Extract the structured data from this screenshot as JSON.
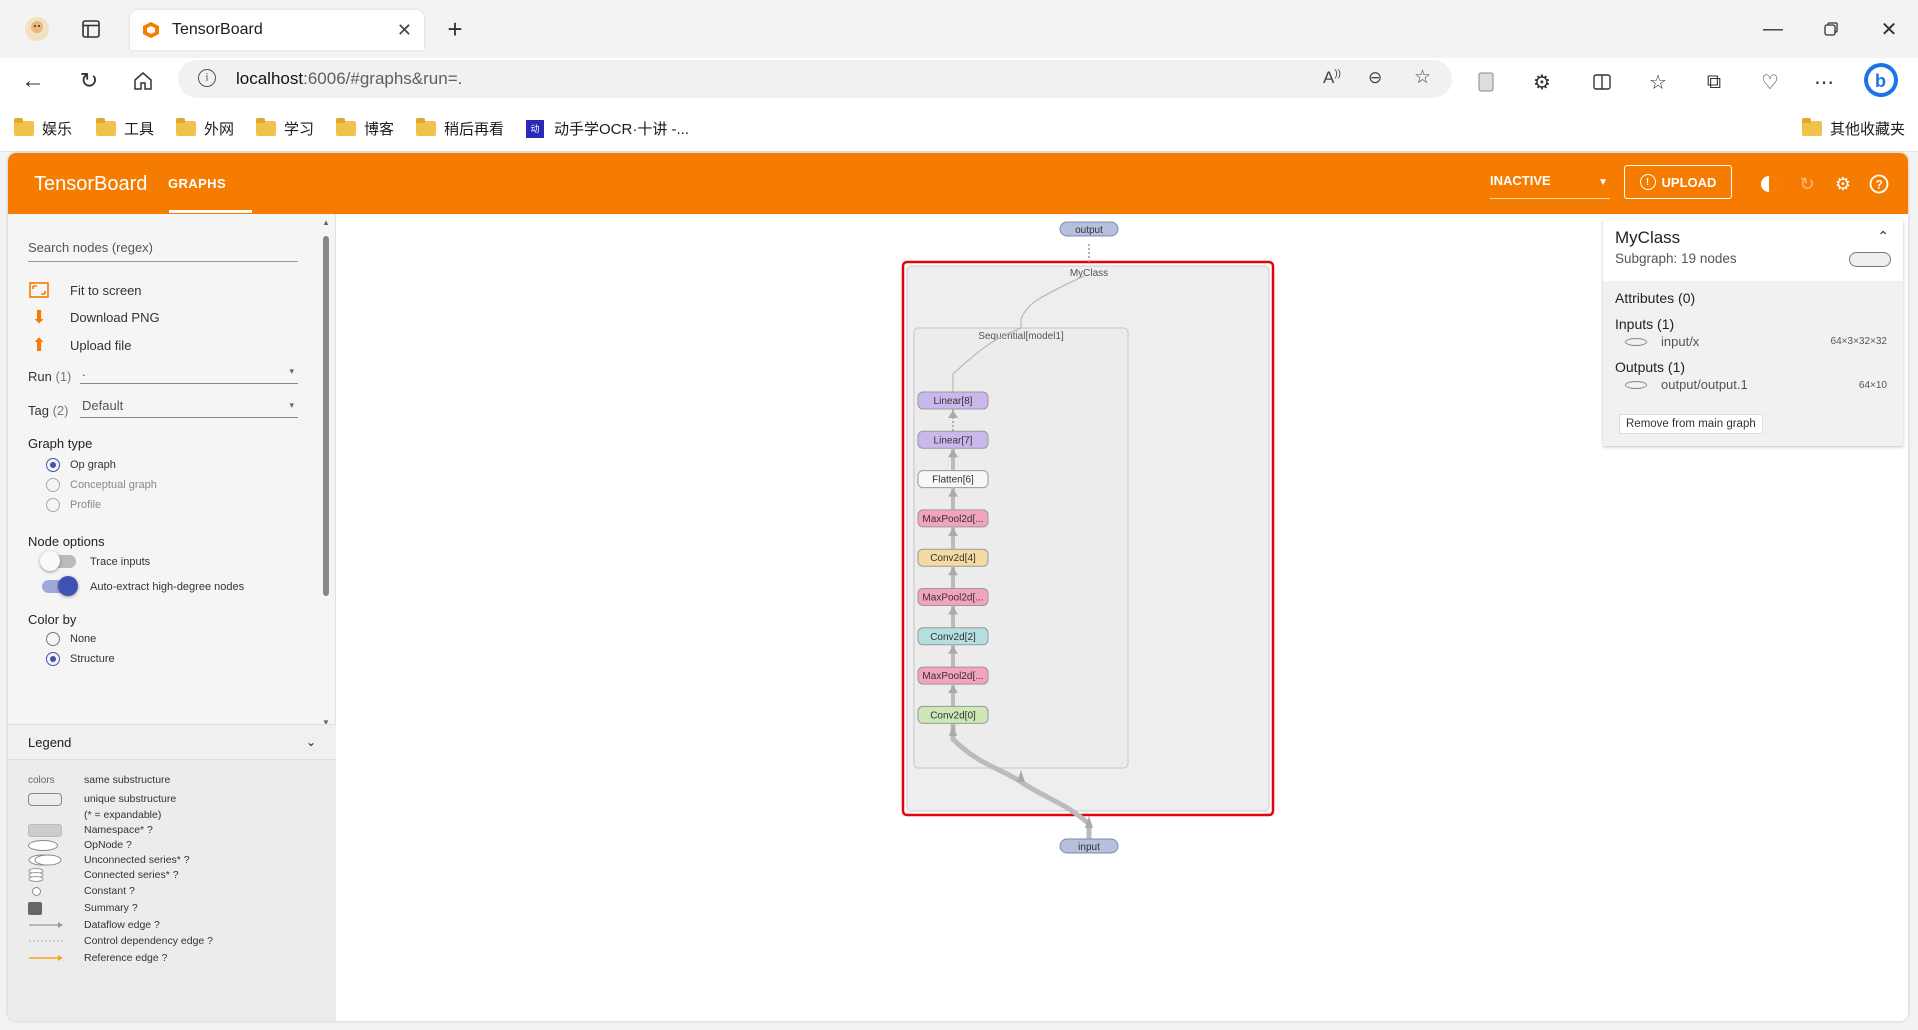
{
  "browser": {
    "tab_title": "TensorBoard",
    "url_host": "localhost",
    "url_rest": ":6006/#graphs&run=.",
    "bookmarks": [
      "娱乐",
      "工具",
      "外网",
      "学习",
      "博客",
      "稍后再看",
      "动手学OCR·十讲 -...",
      "其他收藏夹"
    ]
  },
  "header": {
    "brand": "TensorBoard",
    "tab": "GRAPHS",
    "status": "INACTIVE",
    "upload": "UPLOAD",
    "accent": "#f57c00"
  },
  "sidebar": {
    "search_placeholder": "Search nodes (regex)",
    "actions": [
      "Fit to screen",
      "Download PNG",
      "Upload file"
    ],
    "run": {
      "label": "Run",
      "count": "(1)",
      "value": "."
    },
    "tag": {
      "label": "Tag",
      "count": "(2)",
      "value": "Default"
    },
    "graph_type": {
      "title": "Graph type",
      "options": [
        "Op graph",
        "Conceptual graph",
        "Profile"
      ],
      "selected": "Op graph"
    },
    "node_options": {
      "title": "Node options",
      "trace_inputs": "Trace inputs",
      "auto_extract": "Auto-extract high-degree nodes"
    },
    "color_by": {
      "title": "Color by",
      "options": [
        "None",
        "Structure"
      ],
      "selected": "Structure"
    }
  },
  "legend": {
    "title": "Legend",
    "rows": [
      {
        "sym": "colors",
        "text": "same substructure"
      },
      {
        "sym": "",
        "text": "unique substructure"
      },
      {
        "sym": "",
        "text": "(* = expandable)"
      },
      {
        "sym": "",
        "text": "Namespace* ?"
      },
      {
        "sym": "",
        "text": "OpNode ?"
      },
      {
        "sym": "",
        "text": "Unconnected series* ?"
      },
      {
        "sym": "",
        "text": "Connected series* ?"
      },
      {
        "sym": "",
        "text": "Constant ?"
      },
      {
        "sym": "",
        "text": "Summary ?"
      },
      {
        "sym": "",
        "text": "Dataflow edge ?"
      },
      {
        "sym": "",
        "text": "Control dependency edge ?"
      },
      {
        "sym": "",
        "text": "Reference edge ?"
      }
    ]
  },
  "graph": {
    "output_label": "output",
    "input_label": "input",
    "myclass_label": "MyClass",
    "sequential_label": "Sequential[model1]",
    "nodes": [
      {
        "label": "Linear[8]",
        "color": "#c9b8ec"
      },
      {
        "label": "Linear[7]",
        "color": "#c9b8ec"
      },
      {
        "label": "Flatten[6]",
        "color": "#f7f7f7"
      },
      {
        "label": "MaxPool2d[...",
        "color": "#f3a3be"
      },
      {
        "label": "Conv2d[4]",
        "color": "#f4dba4"
      },
      {
        "label": "MaxPool2d[...",
        "color": "#f3a3be"
      },
      {
        "label": "Conv2d[2]",
        "color": "#b5dede"
      },
      {
        "label": "MaxPool2d[...",
        "color": "#f3a3be"
      },
      {
        "label": "Conv2d[0]",
        "color": "#cde7b6"
      }
    ]
  },
  "info": {
    "name": "MyClass",
    "subgraph": "Subgraph: 19 nodes",
    "attributes": "Attributes (0)",
    "inputs": "Inputs (1)",
    "input_name": "input/x",
    "input_shape": "64×3×32×32",
    "outputs": "Outputs (1)",
    "output_name": "output/output.1",
    "output_shape": "64×10",
    "remove_button": "Remove from main graph"
  }
}
